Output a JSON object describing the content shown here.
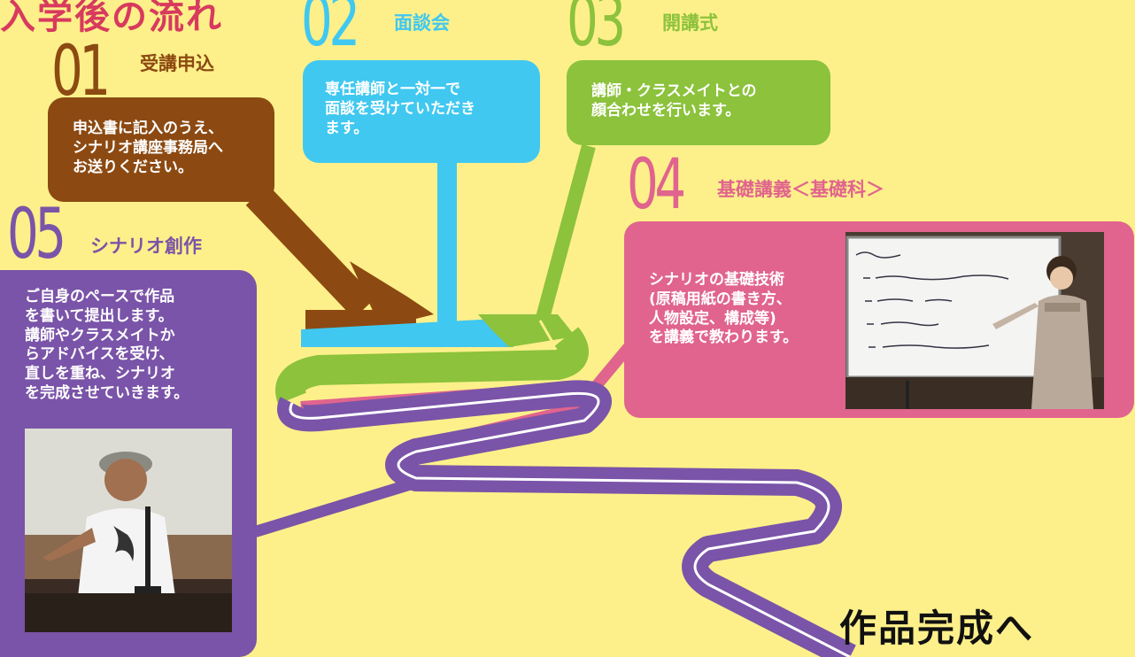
{
  "heading": "入学後の流れ",
  "colors": {
    "background": "#fdf08a",
    "brown": "#8c4a12",
    "blue": "#40c8f0",
    "green": "#8cc23c",
    "pink": "#e0648e",
    "purple": "#7a54a8"
  },
  "steps": [
    {
      "num": "01",
      "title": "受講申込",
      "text": "申込書に記入のうえ、\nシナリオ講座事務局へ\nお送りください。"
    },
    {
      "num": "02",
      "title": "面談会",
      "text": "専任講師と一対一で\n面談を受けていただき\nます。"
    },
    {
      "num": "03",
      "title": "開講式",
      "text": "講師・クラスメイトとの\n顔合わせを行います。"
    },
    {
      "num": "04",
      "title": "基礎講義＜基礎科＞",
      "text": "シナリオの基礎技術\n(原稿用紙の書き方、\n人物設定、構成等)\nを講義で教わります。"
    },
    {
      "num": "05",
      "title": "シナリオ創作",
      "text": "ご自身のペースで作品\nを書いて提出します。\n講師やクラスメイトか\nらアドバイスを受け、\n直しを重ね、シナリオ\nを完成させていきます。"
    }
  ],
  "finish": "作品完成へ"
}
